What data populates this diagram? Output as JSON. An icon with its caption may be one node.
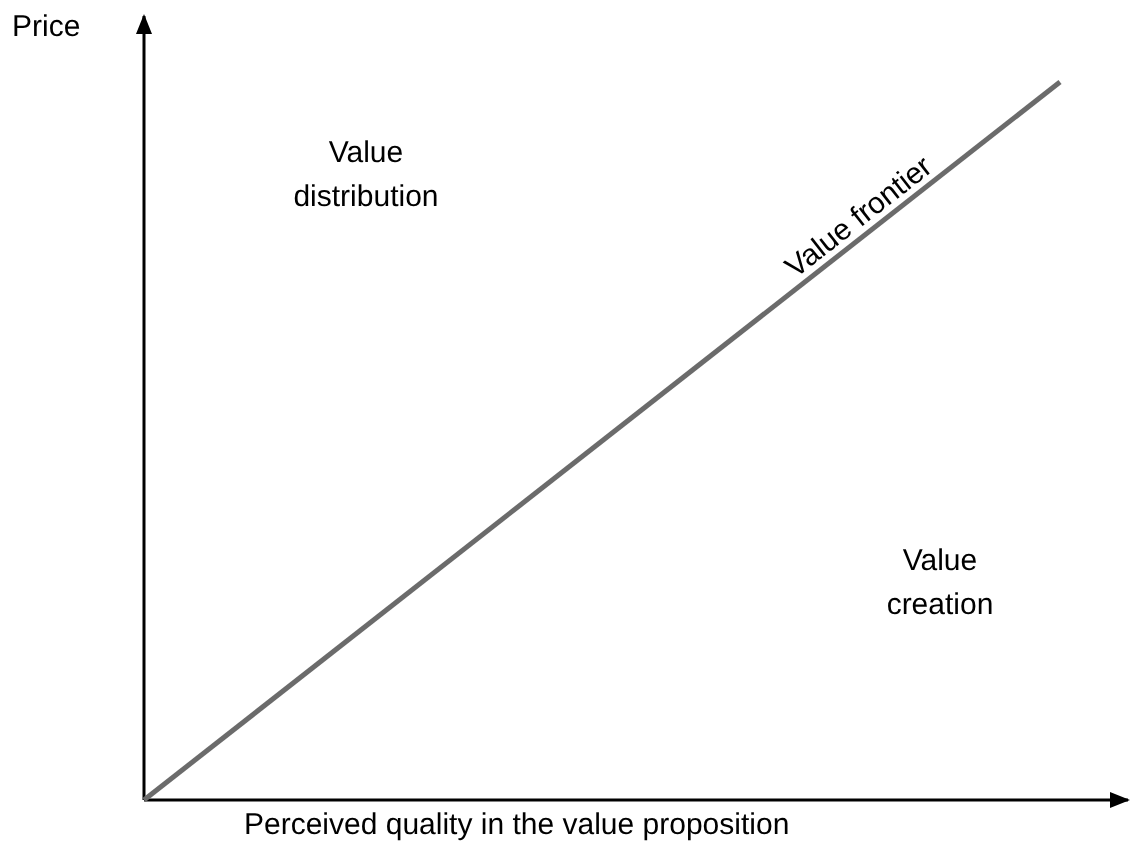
{
  "diagram": {
    "labels": [
      "Price",
      "Value distribution",
      "Value frontier",
      "Value creation",
      "Perceived quality in the value proposition"
    ]
  }
}
